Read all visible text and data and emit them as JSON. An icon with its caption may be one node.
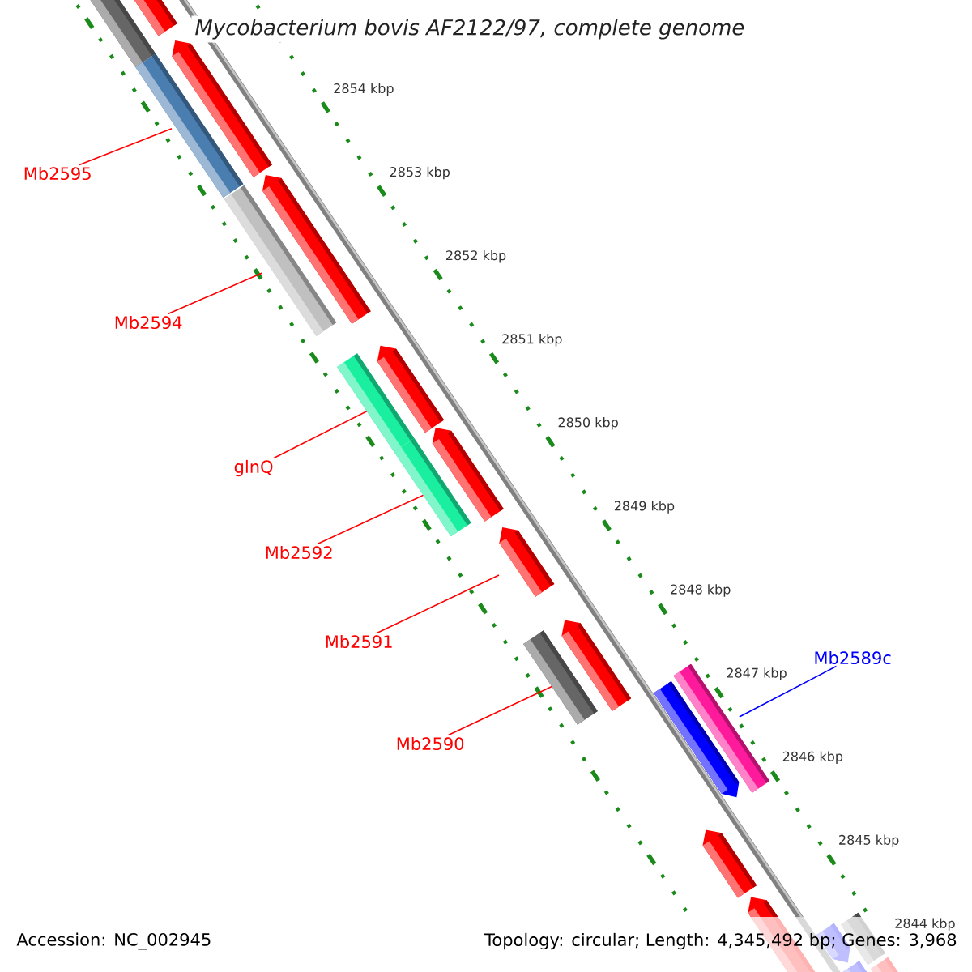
{
  "diagram": {
    "title": "Mycobacterium bovis AF2122/97, complete genome",
    "nodes": [
      {
        "text": [
          "Mb2595"
        ]
      },
      {
        "text": [
          "Mb2594"
        ]
      },
      {
        "text": [
          "glnQ"
        ]
      },
      {
        "text": [
          "Mb2592"
        ]
      },
      {
        "text": [
          "Mb2591"
        ]
      },
      {
        "text": [
          "Mb2590"
        ]
      },
      {
        "text": [
          "Mb2589c"
        ]
      },
      {
        "text": [],
        "shape": "arrow"
      },
      {
        "text": [],
        "shape": "arrow"
      },
      {
        "text": [],
        "shape": "arrow"
      },
      {
        "text": [],
        "shape": "arrow"
      },
      {
        "text": [],
        "shape": "arrow"
      },
      {
        "text": [],
        "shape": "arrow"
      },
      {
        "text": [],
        "shape": "arrow"
      },
      {
        "text": [],
        "shape": "arrow"
      },
      {
        "text": [],
        "shape": "arrow"
      },
      {
        "text": [],
        "shape": "arrow"
      }
    ],
    "edges": [
      {
        "from": 0,
        "to": 8,
        "arrow": "none"
      },
      {
        "from": 1,
        "to": 9,
        "arrow": "none"
      },
      {
        "from": 2,
        "to": 10,
        "arrow": "none"
      },
      {
        "from": 3,
        "to": 11,
        "arrow": "none"
      },
      {
        "from": 4,
        "to": 12,
        "arrow": "none"
      },
      {
        "from": 5,
        "to": 13,
        "arrow": "none"
      },
      {
        "from": 6,
        "to": 14,
        "arrow": "none",
        "color": "#0000ff"
      }
    ],
    "labels": [
      "2854 kbp",
      "2853 kbp",
      "2852 kbp",
      "2851 kbp",
      "2850 kbp",
      "2849 kbp",
      "2848 kbp",
      "2847 kbp",
      "2846 kbp",
      "2845 kbp",
      "2844 kbp",
      "Accession: NC_002945",
      "Topology: circular; Length: 4,345,492 bp; Genes: 3,968"
    ]
  }
}
